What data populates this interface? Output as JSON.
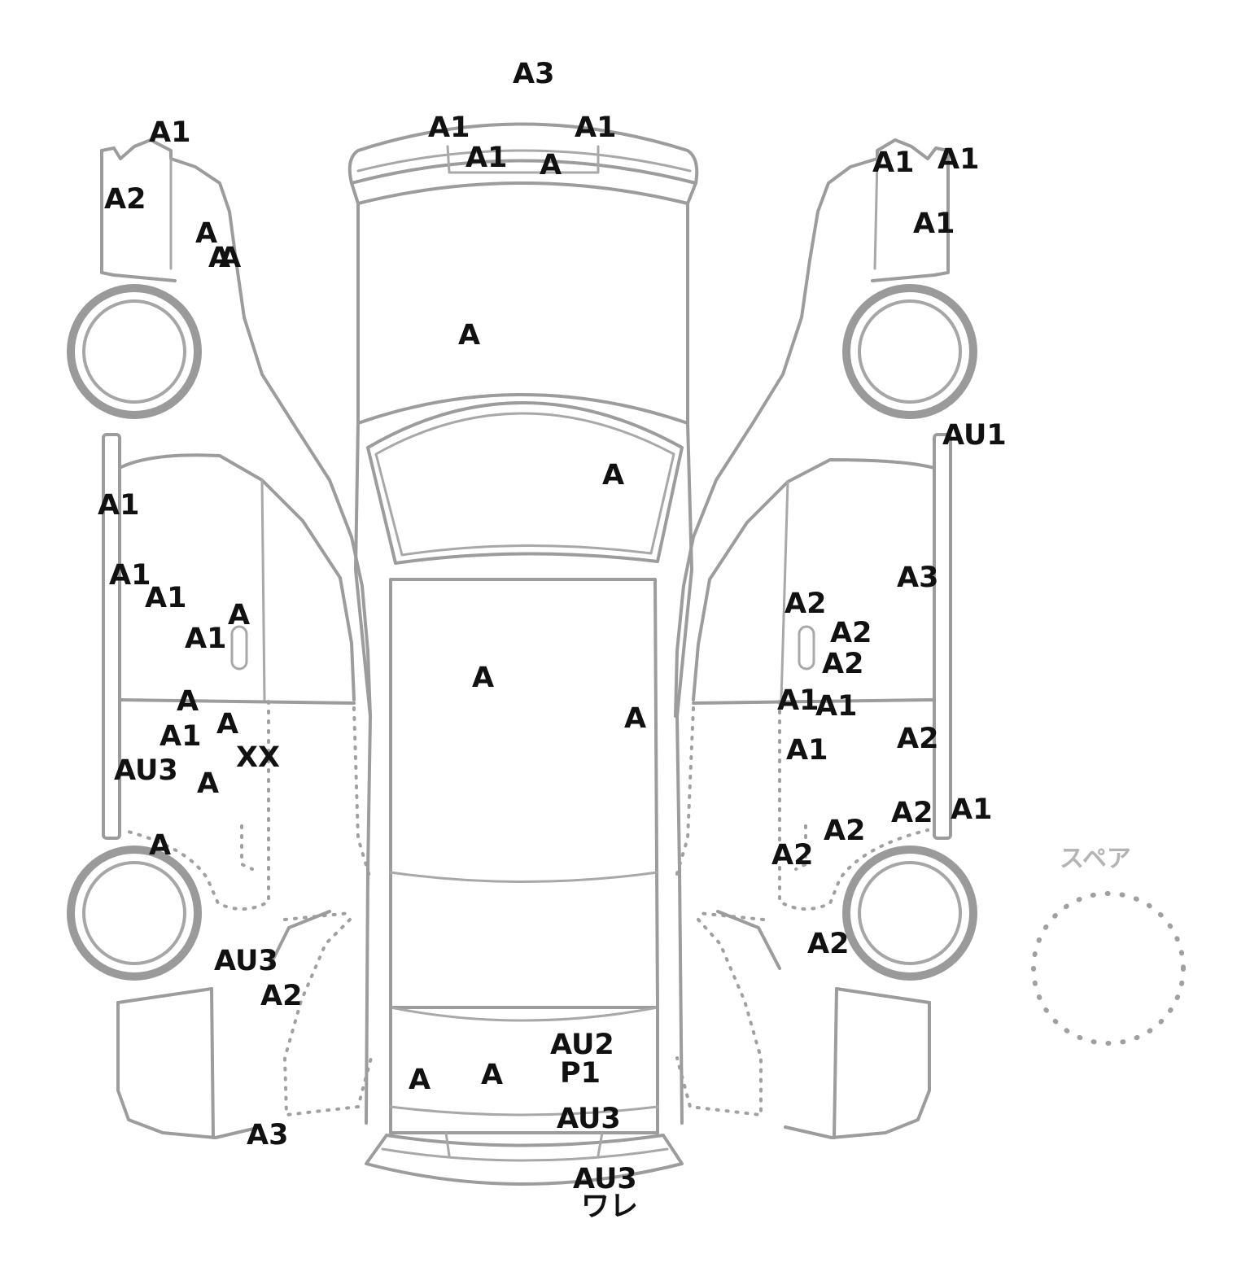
{
  "spare": {
    "label": "スペア"
  },
  "marks": [
    "A3",
    "A1",
    "A1",
    "A1",
    "A",
    "A1",
    "A2",
    "A",
    "AA",
    "A1",
    "A1",
    "A1",
    "A",
    "AU1",
    "A",
    "A3",
    "A1",
    "A1",
    "A1",
    "A",
    "A1",
    "A2",
    "A2",
    "A2",
    "A",
    "A",
    "A1",
    "A1",
    "A",
    "A1",
    "A",
    "XX",
    "AU3",
    "A",
    "A1",
    "A2",
    "A2",
    "A2",
    "A1",
    "A2",
    "A2",
    "A",
    "AU3",
    "A2",
    "A3",
    "AU2",
    "P1",
    "A",
    "A",
    "AU3",
    "A",
    "AU3",
    "ワレ"
  ]
}
